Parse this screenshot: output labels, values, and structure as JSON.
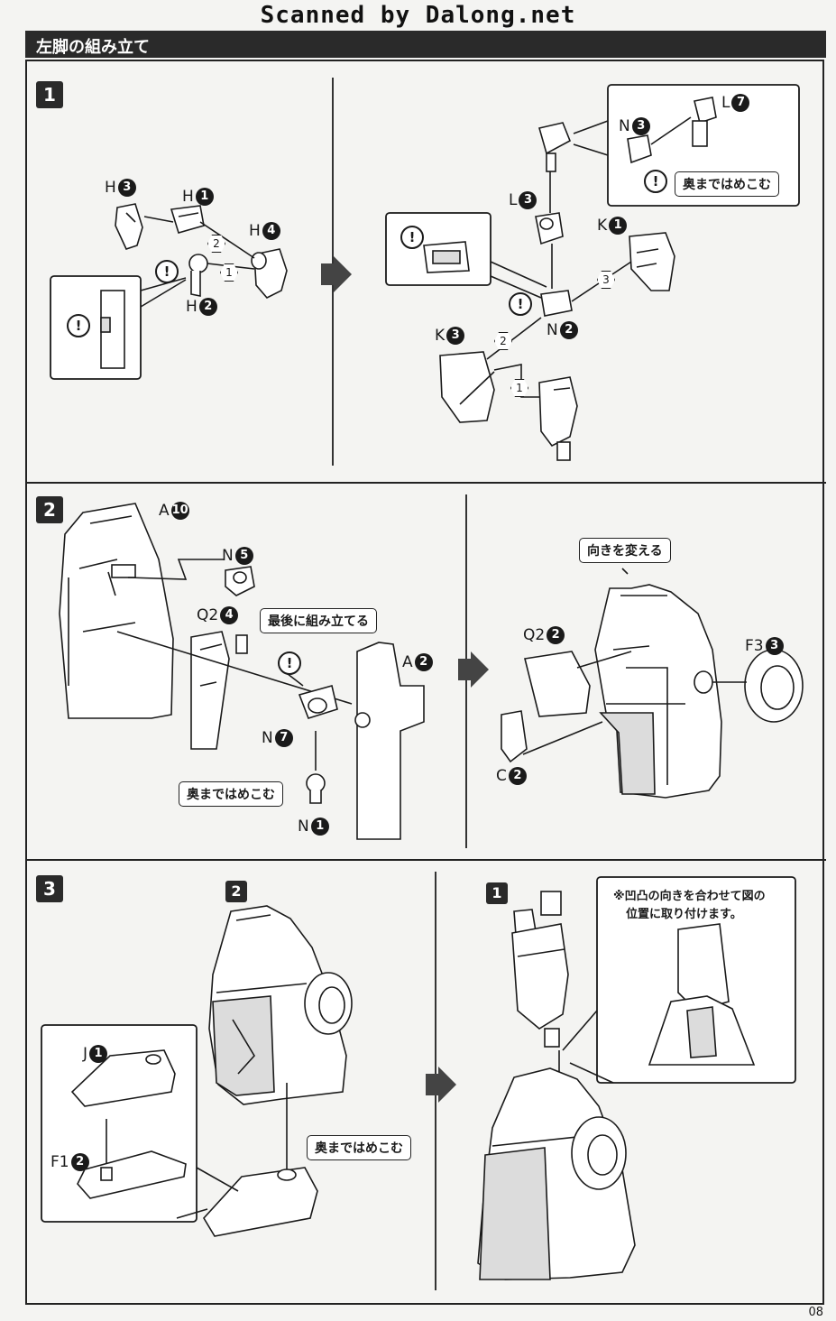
{
  "watermark": "Scanned by Dalong.net",
  "section_title": "左脚の組み立て",
  "page_number": "08",
  "steps": [
    {
      "number": "1"
    },
    {
      "number": "2"
    },
    {
      "number": "3"
    }
  ],
  "sub_steps": {
    "a": "2",
    "b": "1"
  },
  "labels": {
    "h3": {
      "letter": "H",
      "num": "3"
    },
    "h1": {
      "letter": "H",
      "num": "1"
    },
    "h4": {
      "letter": "H",
      "num": "4"
    },
    "h2": {
      "letter": "H",
      "num": "2"
    },
    "l7": {
      "letter": "L",
      "num": "7"
    },
    "n3": {
      "letter": "N",
      "num": "3"
    },
    "l3": {
      "letter": "L",
      "num": "3"
    },
    "k1": {
      "letter": "K",
      "num": "1"
    },
    "k3": {
      "letter": "K",
      "num": "3"
    },
    "n2": {
      "letter": "N",
      "num": "2"
    },
    "a10": {
      "letter": "A",
      "num": "10"
    },
    "n5": {
      "letter": "N",
      "num": "5"
    },
    "q24": {
      "letter": "Q2",
      "num": "4"
    },
    "a2": {
      "letter": "A",
      "num": "2"
    },
    "n7": {
      "letter": "N",
      "num": "7"
    },
    "n1": {
      "letter": "N",
      "num": "1"
    },
    "q22": {
      "letter": "Q2",
      "num": "2"
    },
    "f33": {
      "letter": "F3",
      "num": "3"
    },
    "c2": {
      "letter": "C",
      "num": "2"
    },
    "j1": {
      "letter": "J",
      "num": "1"
    },
    "f12": {
      "letter": "F1",
      "num": "2"
    }
  },
  "callouts": {
    "push_in_1": "奥まではめこむ",
    "assemble_last": "最後に組み立てる",
    "push_in_2": "奥まではめこむ",
    "change_direction": "向きを変える",
    "push_in_3": "奥まではめこむ"
  },
  "notes": {
    "align_line1": "※凹凸の向きを合わせて図の",
    "align_line2": "位置に取り付けます。"
  },
  "order_marks": [
    "1",
    "2",
    "3"
  ],
  "warning_symbol": "!"
}
